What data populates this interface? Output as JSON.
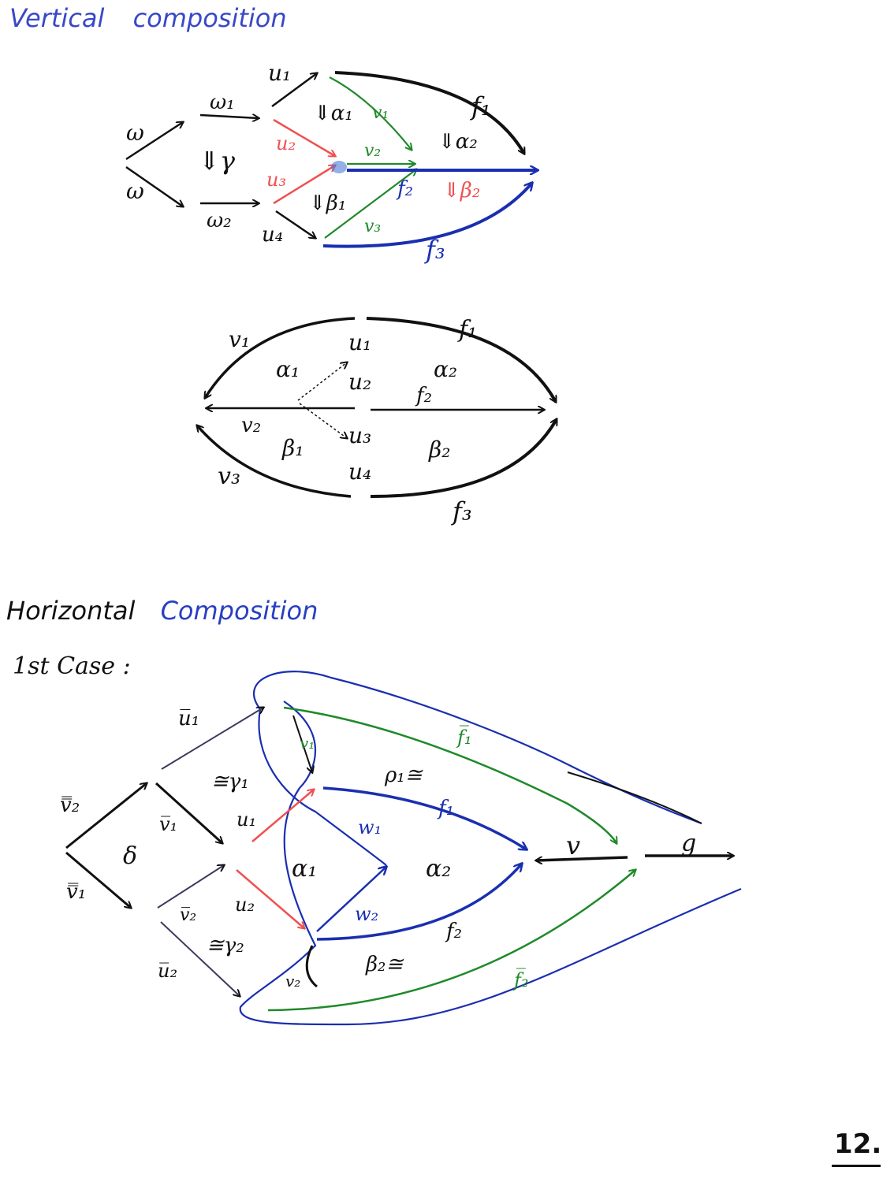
{
  "colors": {
    "black": "#111111",
    "blue": "#1a2fb0",
    "green": "#1f8a2a",
    "red": "#f05050",
    "lightblue": "#2a4fd0"
  },
  "headings": {
    "vertical": {
      "word1": "Vertical",
      "word2": "composition"
    },
    "horizontal": {
      "word1": "Horizontal",
      "word2": "Composition"
    },
    "case": "1st Case :"
  },
  "page_number": "12.",
  "diagram1": {
    "w_top": "ω",
    "w_bottom": "ω",
    "w1": "ω₁",
    "w2": "ω₂",
    "gamma": "⇓γ",
    "u1": "u₁",
    "u2": "u₂",
    "u3": "u₃",
    "u4": "u₄",
    "alpha1": "⇓α₁",
    "beta1": "⇓β₁",
    "v1": "v₁",
    "v2": "v₂",
    "v3": "v₃",
    "f1": "f₁",
    "f2": "f₂",
    "f3": "f₃",
    "alpha2": "⇓α₂",
    "beta2": "⇓β₂"
  },
  "diagram2": {
    "v1": "v₁",
    "v2": "v₂",
    "v3": "v₃",
    "alpha1": "α₁",
    "beta1": "β₁",
    "u1": "u₁",
    "u2": "u₂",
    "u3": "u₃",
    "u4": "u₄",
    "f1": "f₁",
    "f2": "f₂",
    "f3": "f₃",
    "alpha2": "α₂",
    "beta2": "β₂"
  },
  "diagram3": {
    "vbb2": "v̿₂",
    "vbb1": "v̿₁",
    "delta": "δ",
    "ub1": "u̅₁",
    "vb1": "v̅₁",
    "vb2": "v̅₂",
    "ub2": "u̅₂",
    "gamma1": "≅γ₁",
    "gamma2": "≅γ₂",
    "u1": "u₁",
    "u2": "u₂",
    "alpha1": "α₁",
    "v1": "v₁",
    "v2": "v₂",
    "w1": "w₁",
    "w2": "w₂",
    "rho1": "ρ₁≅",
    "beta2": "β₂≅",
    "alpha2": "α₂",
    "f1": "f₁",
    "f2": "f₂",
    "fb1": "f̅₁",
    "fb2": "f̅₂",
    "v": "v",
    "g": "g"
  }
}
